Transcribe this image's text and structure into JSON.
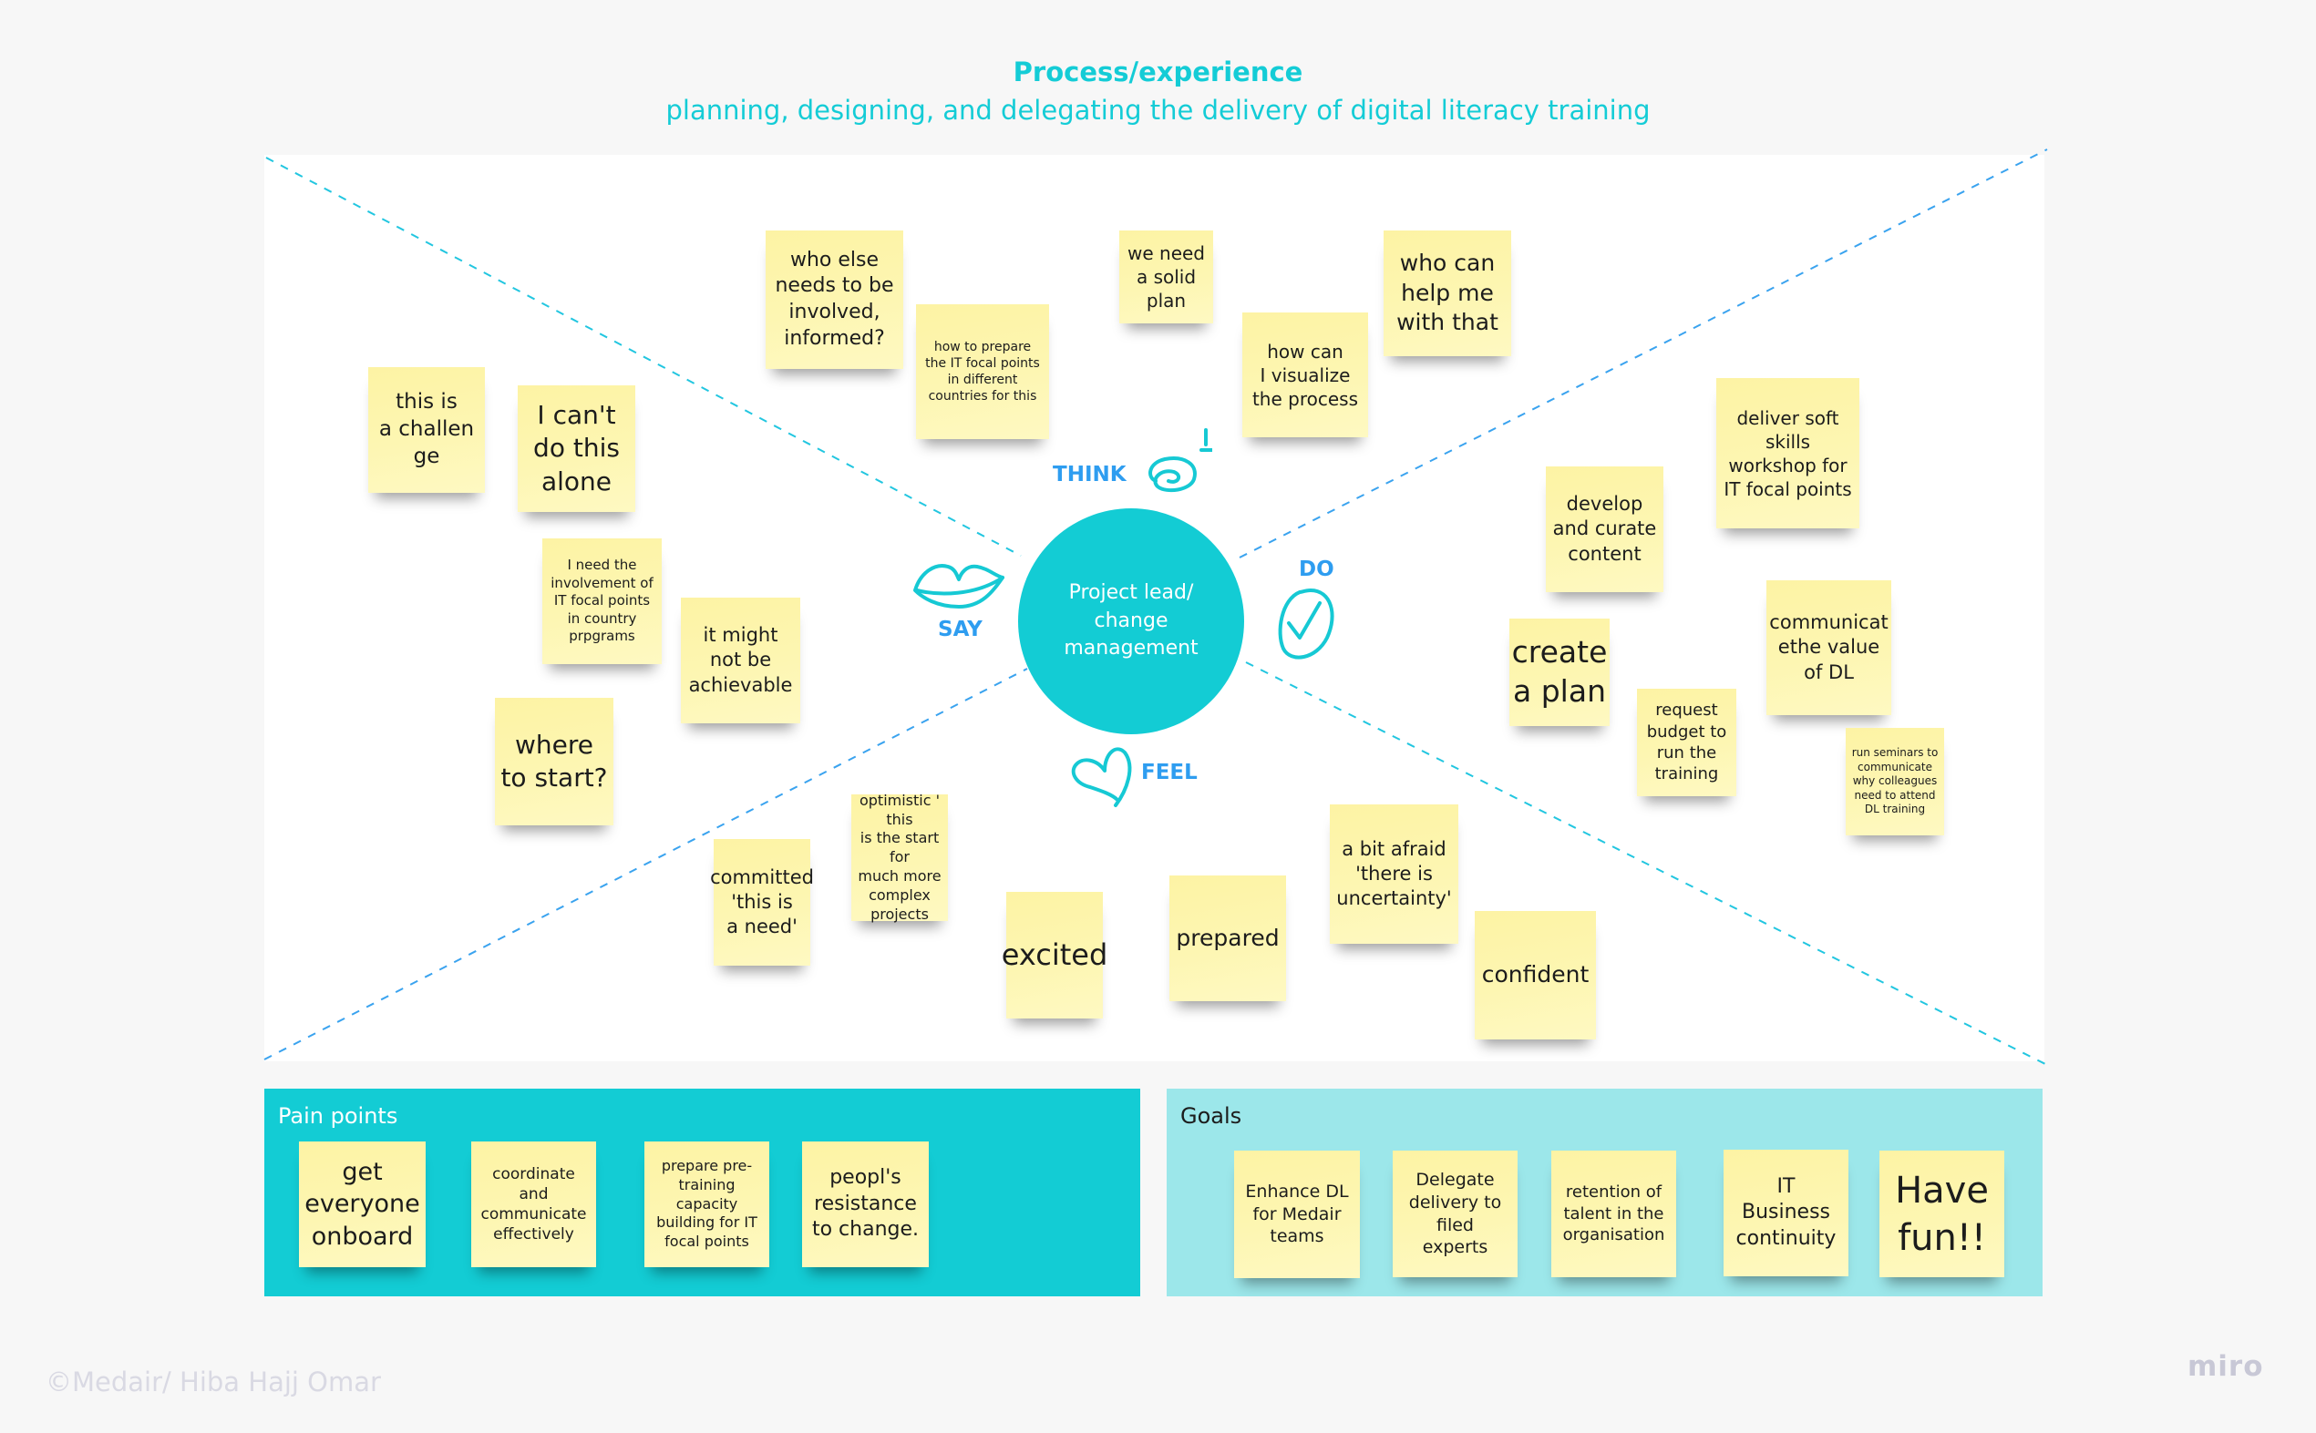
{
  "header": {
    "title": "Process/experience",
    "subtitle": "planning, designing, and delegating the delivery of digital literacy training"
  },
  "colors": {
    "accent": "#14ccd6",
    "quadrant_label": "#2e9df0",
    "sticky": "#fdf5ac",
    "pain_panel": "#13ccd4",
    "goals_panel": "#9ce7ea"
  },
  "hub": {
    "label": "Project lead/\nchange\nmanagement"
  },
  "quadrants": {
    "think": {
      "label": "THINK",
      "icon": "spiral-icon"
    },
    "say": {
      "label": "SAY",
      "icon": "lips-icon"
    },
    "do": {
      "label": "DO",
      "icon": "checkmark-circle-icon"
    },
    "feel": {
      "label": "FEEL",
      "icon": "heart-icon"
    }
  },
  "think_notes": [
    "who else\nneeds to be\ninvolved,\ninformed?",
    "how to prepare\nthe IT focal points\nin different\ncountries for this",
    "we need\na solid\nplan",
    "how can\nI visualize\nthe process",
    "who can\nhelp me\nwith that"
  ],
  "say_notes": [
    "this is\na challen\nge",
    "I can't\ndo this\nalone",
    "I need the\ninvolvement of\nIT focal points\nin country\nprpgrams",
    "it might\nnot be\nachievable",
    "where\nto start?"
  ],
  "do_notes": [
    "deliver soft\nskills\nworkshop for\nIT focal points",
    "develop\nand curate\ncontent",
    "communicat\nethe value\nof DL",
    "create\na plan",
    "request\nbudget to\nrun the\ntraining",
    "run seminars to\ncommunicate\nwhy colleagues\nneed to attend\nDL training"
  ],
  "feel_notes": [
    "optimistic ' this\nis  the start for\nmuch more\ncomplex\nprojects",
    "committed\n'this is\na need'",
    "excited",
    "prepared",
    "a bit afraid\n'there is\nuncertainty'",
    "confident"
  ],
  "pain_points": {
    "title": "Pain points",
    "items": [
      "get\neveryone\nonboard",
      "coordinate\nand\ncommunicate\neffectively",
      "prepare pre-\ntraining\ncapacity\nbuilding for IT\nfocal points",
      "peopl's\nresistance\nto change."
    ]
  },
  "goals": {
    "title": "Goals",
    "items": [
      "Enhance DL\nfor Medair\nteams",
      "Delegate\ndelivery to\nfiled\nexperts",
      "retention of\ntalent in the\norganisation",
      "IT\nBusiness\ncontinuity",
      "Have\nfun!!"
    ]
  },
  "footer": {
    "credit": "©Medair/ Hiba Hajj Omar",
    "brand": "miro"
  }
}
